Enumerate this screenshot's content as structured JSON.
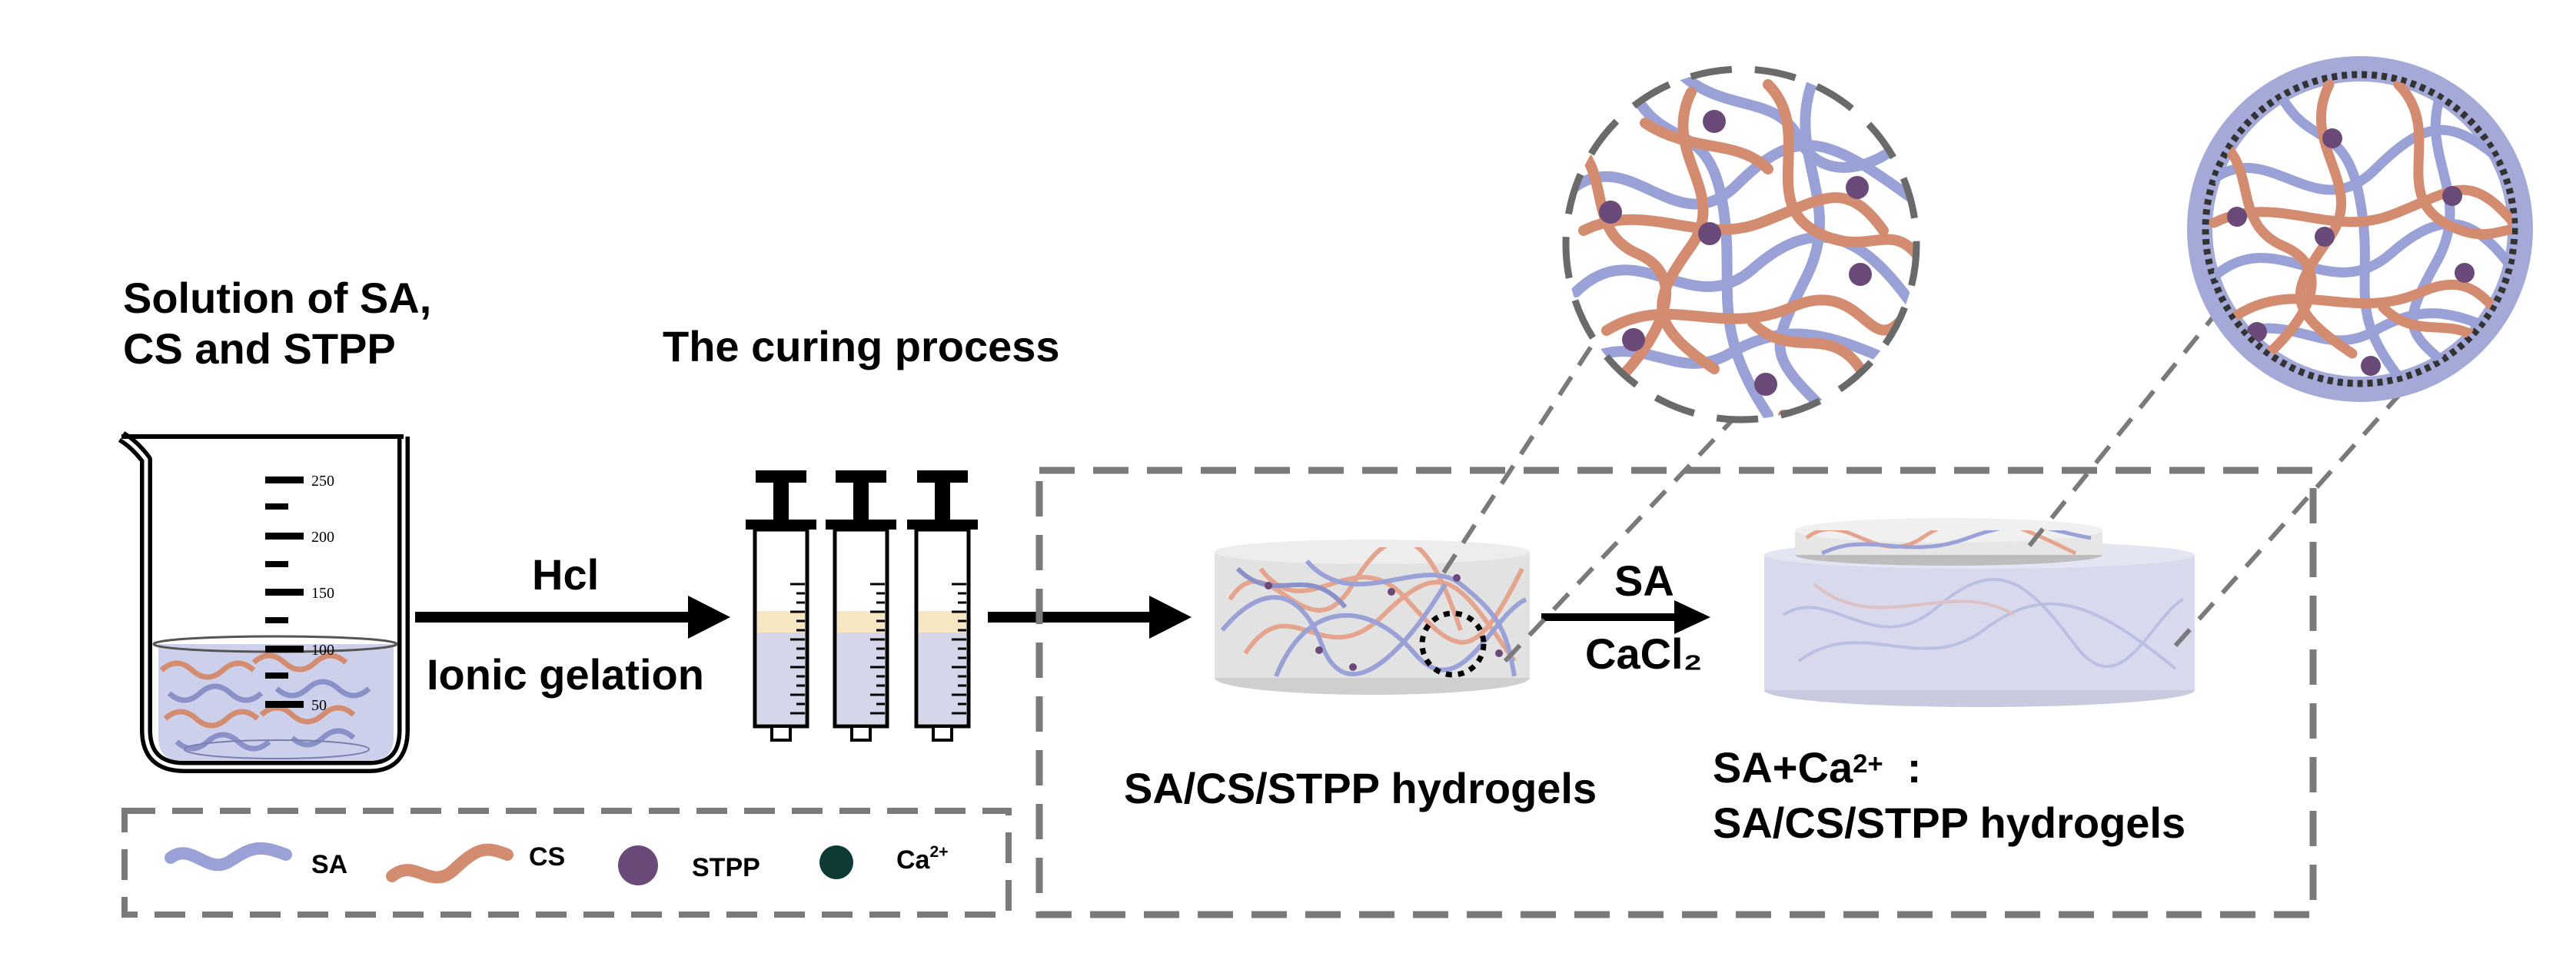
{
  "colors": {
    "sa": "#9aa1d6",
    "cs": "#d48c70",
    "stpp": "#6a4a78",
    "ca": "#0e3a36",
    "dash": "#7a7a7a",
    "liquid": "#cdd0ea",
    "gel_band": "#f6e6c2"
  },
  "beaker": {
    "title_line1": "Solution of SA,",
    "title_line2": "CS and STPP",
    "ticks": [
      "250",
      "200",
      "150",
      "100",
      "50"
    ]
  },
  "step1": {
    "top_label": "Hcl",
    "bottom_label": "Ionic gelation"
  },
  "syringes": {
    "title": "The curing process",
    "count": 3
  },
  "step2": {
    "top_label": "SA",
    "bottom_label_main": "CaCl",
    "bottom_label_sub": "₂"
  },
  "hydrogel1": {
    "caption": "SA/CS/STPP hydrogels"
  },
  "hydrogel2": {
    "caption_prefix": "SA+Ca",
    "caption_sup": "2+",
    "caption_suffix": "  :",
    "caption_line2": "SA/CS/STPP hydrogels"
  },
  "legend": {
    "items": [
      {
        "icon": "sa-fiber-icon",
        "label": "SA"
      },
      {
        "icon": "cs-fiber-icon",
        "label": "CS"
      },
      {
        "icon": "stpp-dot-icon",
        "label": "STPP"
      },
      {
        "icon": "ca-dot-icon",
        "label_main": "Ca",
        "label_sup": "2+"
      }
    ]
  }
}
